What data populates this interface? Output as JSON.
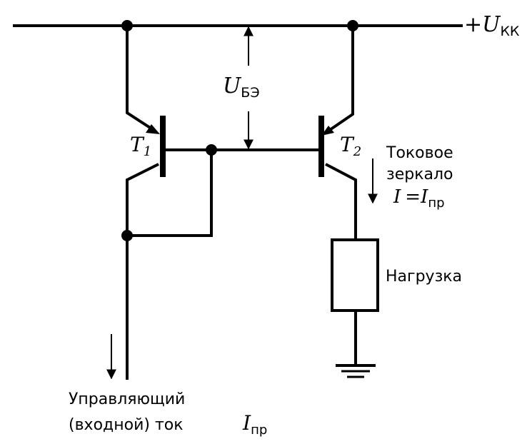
{
  "supply": {
    "sign": "+",
    "symbol": "U",
    "subscript": "КК"
  },
  "vbe": {
    "symbol": "U",
    "subscript": "БЭ"
  },
  "t1": {
    "symbol": "T",
    "subscript": "1"
  },
  "t2": {
    "symbol": "T",
    "subscript": "2"
  },
  "mirror": {
    "line1": "Токовое",
    "line2": "зеркало",
    "eq_left": "I",
    "eq_sign": "=",
    "eq_right": "I",
    "eq_right_sub": "пр"
  },
  "load_label": "Нагрузка",
  "control": {
    "line1": "Управляющий",
    "line2": "(входной) ток",
    "symbol": "I",
    "subscript": "пр"
  }
}
